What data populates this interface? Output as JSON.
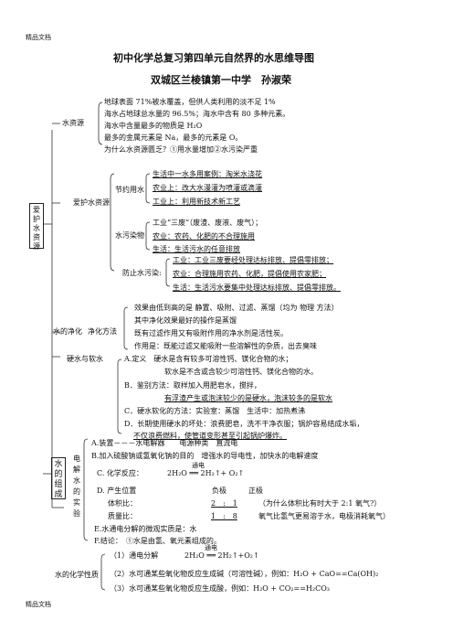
{
  "header": {
    "watermark_top": "精品文档",
    "watermark_bottom": "精品文档"
  },
  "title": "初中化学总复习第四单元自然界的水思维导图",
  "author": "双城区兰棱镇第一中学　孙淑荣",
  "root": {
    "section1": "爱护水资源",
    "section3": "水的组成"
  },
  "water_resources": {
    "label": "水资源",
    "line1": "地球表面 71%被水覆盖，但供人类利用的淡不足 1%",
    "line2": "海水占地球总水量的 96.5%；海水中含有 80 多种元素。",
    "line3": "海水中含量最多的物质是 H₂O",
    "line4": "最多的金属元素是 Na，最多的元素是 O。",
    "line5": "为什么水资源匮乏？①用水量增加②水污染严重"
  },
  "protect": {
    "label": "爱护水资源",
    "save_label": "节约用水",
    "save1": "生活中一水多用案例：淘米水浇花",
    "save2": "农业上：改大水漫灌为喷灌或滴灌",
    "save3": "工业上：利用新技术新工艺",
    "pollution_label": "水污染物",
    "pol1": "工业“三废”（废渣、废液、废气）；",
    "pol2": "农业：农药、化肥的不合理施用",
    "pol3": "生活：生活污水的任意排放",
    "prevent_label": "防止水污染:",
    "pre1": "工业：工业三废要经处理达标排放、提倡零排放；",
    "pre2": "农业：合理施用农药、化肥，提倡使用农家肥；",
    "pre3": "生活：生活污水要集中处理达标排放、提倡零排放。"
  },
  "purify": {
    "label": "水的净化",
    "method_label": "净化方法",
    "m1": "效果由低到高的是 静置、吸附、过滤、蒸馏（均为 物理 方法）",
    "m2": "其中净化效果最好的操作是蒸馏",
    "m3": "既有过滤作用又有吸附作用的净水剂是活性炭。",
    "m4": "作用是：既能过滤又能吸附一些溶解性的杂质，出去臭味",
    "hard_label": "硬水与软水",
    "h_a1": "A.定义　硬水是含有较多可溶性钙、镁化合物的水；",
    "h_a2": "软水是不含或含较少可溶性钙、镁化合物的水。",
    "h_b1": "B．鉴别方法：取样加入用肥皂水，搅拌，",
    "h_b2": "有浮渣产生或泡沫较少的是硬水，泡沫较多的是软水",
    "h_c": "C．硬水软化的方法：实验室：蒸馏　生活中：加热煮沸",
    "h_d1": "D．长期使用硬水的坏处：浪费肥皂，洗不干净衣服；锅炉容易结成水垢，",
    "h_d2": "不仅浪费燃料，使管道变形甚至引起锅炉爆炸。"
  },
  "electrolysis": {
    "label": "电解水的实验",
    "a": "A.装置－－－水电解器　　电源种类　直流电",
    "b": "B.加入硫酸钠或氢氧化钠的目的　增强水的导电性，加快水的电解速度",
    "c_label": "C. 化学反应：",
    "c_eq": "2H₂O ══ 2H₂↑+ O₂↑",
    "c_cond": "通电",
    "d_label": "D. 产生位置",
    "d_neg": "负极",
    "d_pos": "正极",
    "vol_label": "体积比：",
    "vol_val": "2　:　1",
    "vol_note": "（为什么体积比有时大于 2:1 氧气?）",
    "mass_label": "质量比：",
    "mass_val": "1　:　8",
    "mass_note": "氧气比氢气更易溶于水，电极消耗氧气）",
    "e": "E.水通电分解的微观实质是：水",
    "f": "F.结论：　①水是由氢、氧元素组成的。"
  },
  "properties": {
    "label": "水的化学性质",
    "p1_label": "（1）通电分解",
    "p1_eq": "2H₂O ══ 2H₂↑+O₂↑",
    "p1_cond": "通电",
    "p2": "（2）水可通某些氧化物反应生成碱（可溶性碱），例如：H₂O + CaO==Ca(OH)₂",
    "p3": "（3）水可通某些氧化物反应生成酸，例如：H₂O + CO₂==H₂CO₃"
  }
}
